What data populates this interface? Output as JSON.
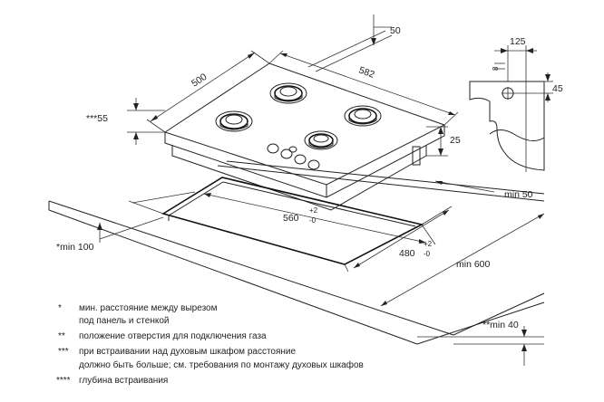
{
  "dimensions": {
    "width_500": "500",
    "width_582": "582",
    "depth_50": "50",
    "height_25": "25",
    "cut_depth_55": "***55",
    "cutout_560": "560",
    "cutout_560_tol_plus": "+2",
    "cutout_560_tol_minus": "-0",
    "cutout_480": "480",
    "cutout_480_tol_plus": "+2",
    "cutout_480_tol_minus": "-0",
    "min_50": "min 50",
    "min_100": "*min 100",
    "min_600": "min 600",
    "min_40": "**min 40",
    "detail_125": "125",
    "detail_45": "45",
    "detail_small": "8"
  },
  "notes": [
    {
      "mark": "*",
      "lines": [
        "мин. расстояние между вырезом",
        "под панель и стенкой"
      ]
    },
    {
      "mark": "**",
      "lines": [
        "положение отверстия для подключения газа"
      ]
    },
    {
      "mark": "***",
      "lines": [
        "при встраивании над духовым шкафом расстояние",
        "должно быть больше; см. требования по монтажу духовых шкафов"
      ]
    },
    {
      "mark": "****",
      "lines": [
        "глубина встраивания"
      ]
    }
  ]
}
